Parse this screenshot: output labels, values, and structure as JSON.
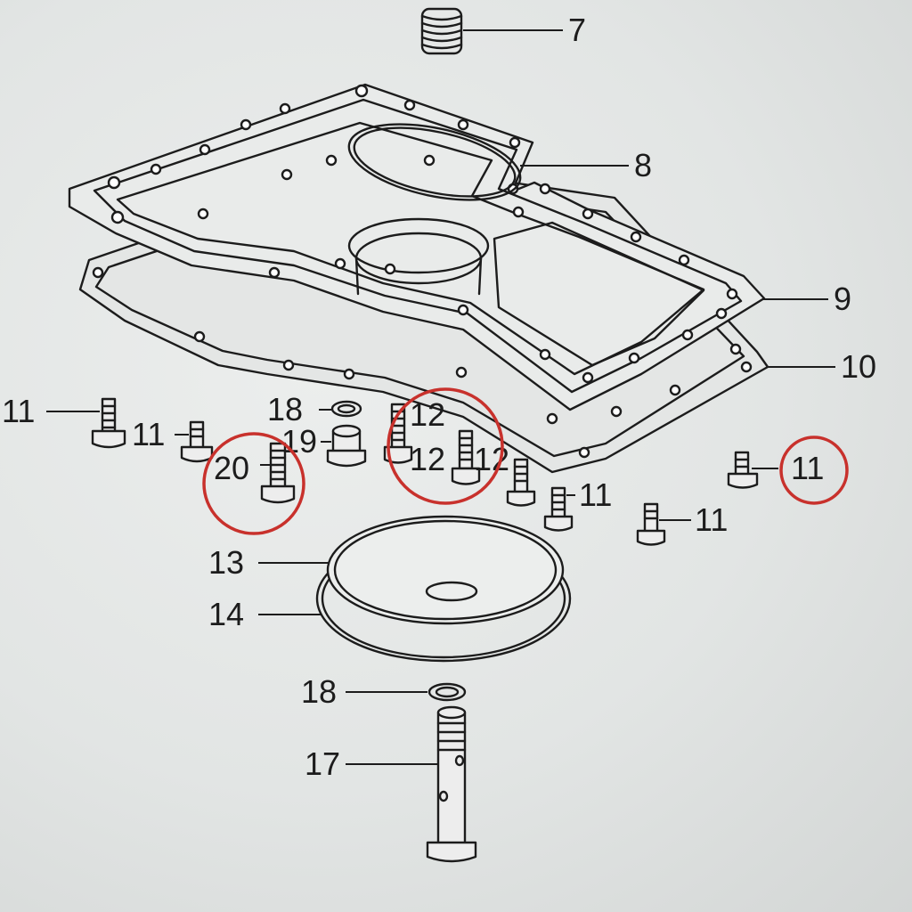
{
  "diagram": {
    "callouts": [
      {
        "id": "c7",
        "label": "7"
      },
      {
        "id": "c8",
        "label": "8"
      },
      {
        "id": "c9",
        "label": "9"
      },
      {
        "id": "c10",
        "label": "10"
      },
      {
        "id": "c11a",
        "label": "11"
      },
      {
        "id": "c11b",
        "label": "11"
      },
      {
        "id": "c11c",
        "label": "11"
      },
      {
        "id": "c11d",
        "label": "11"
      },
      {
        "id": "c11e",
        "label": "11"
      },
      {
        "id": "c12a",
        "label": "12"
      },
      {
        "id": "c12b",
        "label": "12"
      },
      {
        "id": "c12c",
        "label": "12"
      },
      {
        "id": "c13",
        "label": "13"
      },
      {
        "id": "c14",
        "label": "14"
      },
      {
        "id": "c17",
        "label": "17"
      },
      {
        "id": "c18a",
        "label": "18"
      },
      {
        "id": "c18b",
        "label": "18"
      },
      {
        "id": "c19",
        "label": "19"
      },
      {
        "id": "c20",
        "label": "20"
      }
    ],
    "highlight_color": "#c8312c",
    "ink_color": "#1c1c1c"
  }
}
